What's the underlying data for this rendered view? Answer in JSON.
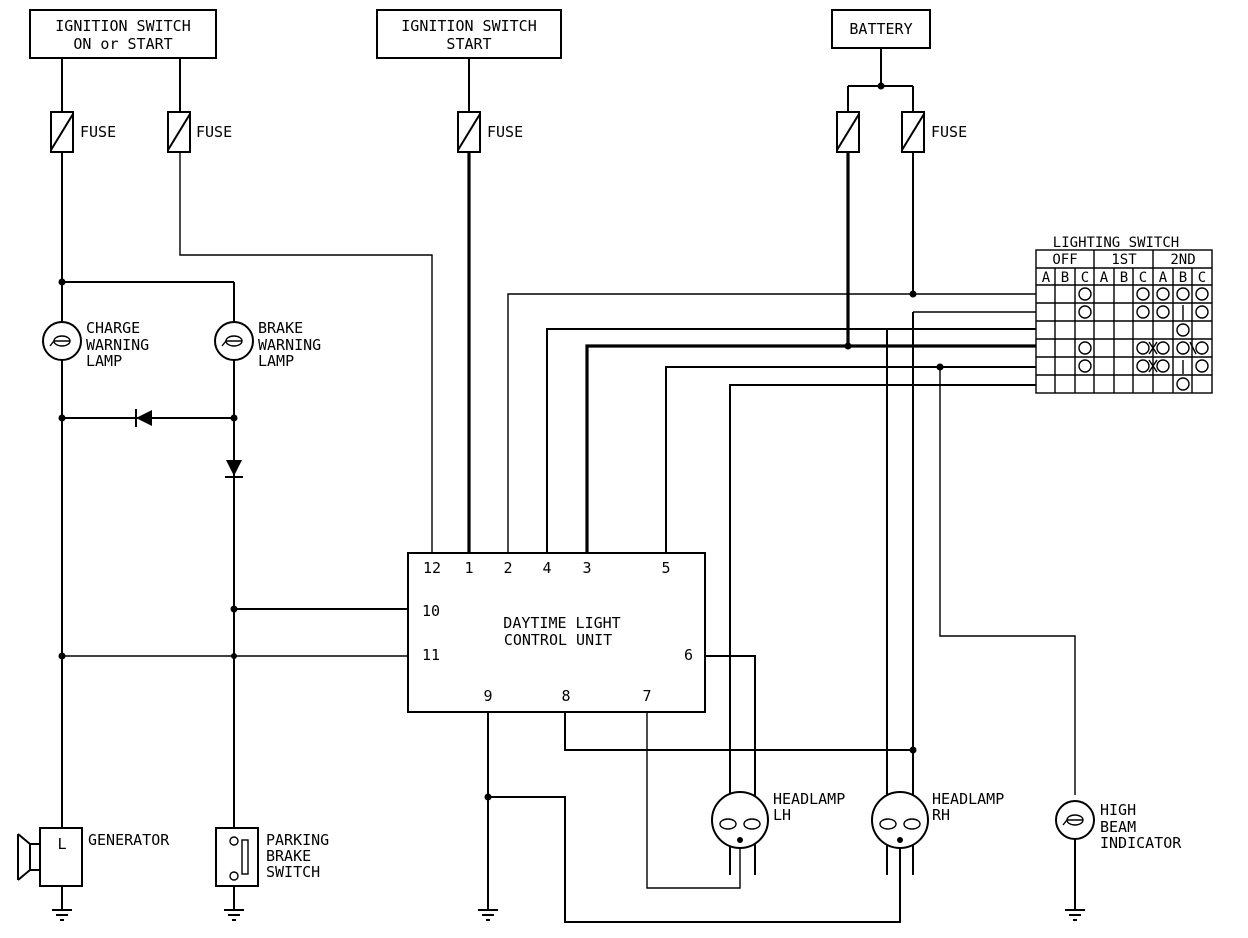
{
  "boxes": {
    "ign_on": [
      "IGNITION SWITCH",
      "ON or START"
    ],
    "ign_start": [
      "IGNITION SWITCH",
      "START"
    ],
    "battery": "BATTERY",
    "control_unit": [
      "DAYTIME LIGHT",
      "CONTROL UNIT"
    ]
  },
  "fuse_label": "FUSE",
  "lamps": {
    "charge": [
      "CHARGE",
      "WARNING",
      "LAMP"
    ],
    "brake": [
      "BRAKE",
      "WARNING",
      "LAMP"
    ],
    "headlamp_lh": [
      "HEADLAMP",
      "LH"
    ],
    "headlamp_rh": [
      "HEADLAMP",
      "RH"
    ],
    "high_beam": [
      "HIGH",
      "BEAM",
      "INDICATOR"
    ]
  },
  "generator": {
    "label": "GENERATOR",
    "terminal": "L"
  },
  "parking_brake": [
    "PARKING",
    "BRAKE",
    "SWITCH"
  ],
  "pins": {
    "p12": "12",
    "p1": "1",
    "p2": "2",
    "p4": "4",
    "p3": "3",
    "p5": "5",
    "p10": "10",
    "p11": "11",
    "p6": "6",
    "p9": "9",
    "p8": "8",
    "p7": "7"
  },
  "lighting_switch": {
    "title": "LIGHTING SWITCH",
    "positions": [
      "OFF",
      "1ST",
      "2ND"
    ],
    "columns": [
      "A",
      "B",
      "C",
      "A",
      "B",
      "C",
      "A",
      "B",
      "C"
    ]
  }
}
